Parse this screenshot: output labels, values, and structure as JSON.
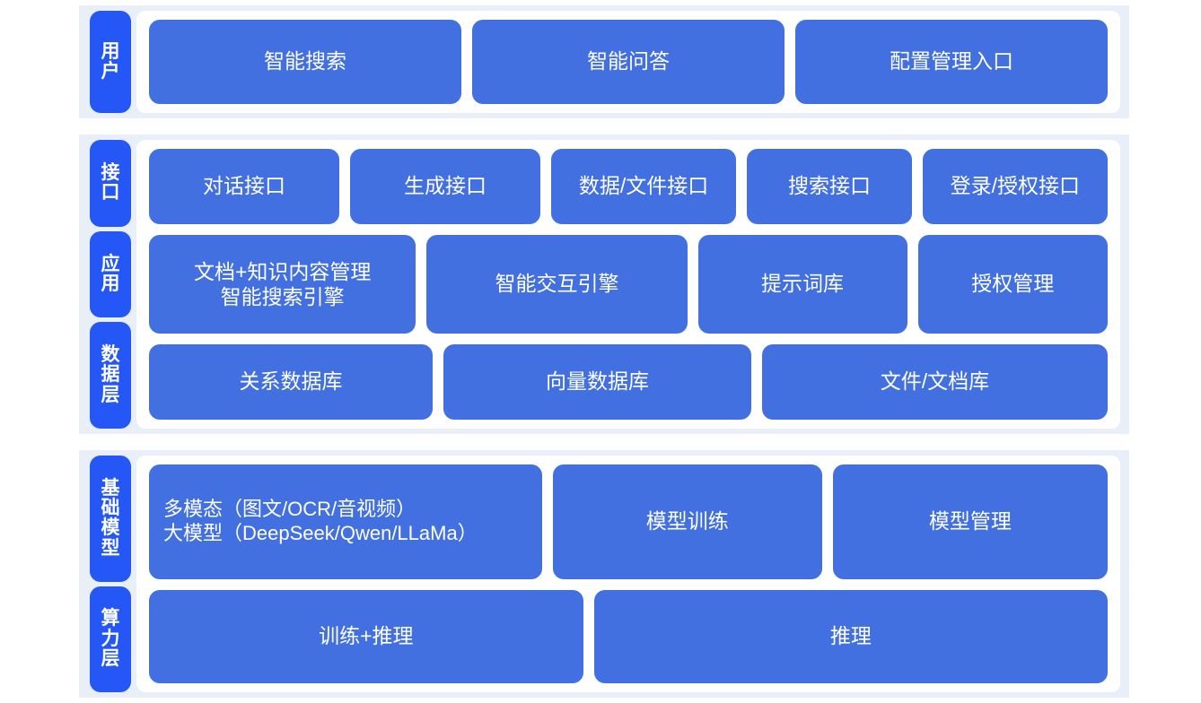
{
  "colors": {
    "tab_blue": "#2457f5",
    "box_blue": "#4270e0",
    "band_bg": "#e9eff8",
    "panel_bg": "#ffffff",
    "text_on_blue": "#ffffff"
  },
  "sections": [
    {
      "id": "user",
      "tabs": [
        {
          "label": "用户"
        }
      ],
      "rows": [
        {
          "id": "row-user",
          "boxes": [
            {
              "label": "智能搜索"
            },
            {
              "label": "智能问答"
            },
            {
              "label": "配置管理入口"
            }
          ]
        }
      ]
    },
    {
      "id": "mid",
      "tabs": [
        {
          "label": "接口"
        },
        {
          "label": "应用"
        },
        {
          "label": "数据层"
        }
      ],
      "rows": [
        {
          "id": "row-interface",
          "boxes": [
            {
              "label": "对话接口"
            },
            {
              "label": "生成接口"
            },
            {
              "label": "数据/文件接口"
            },
            {
              "label": "搜索接口"
            },
            {
              "label": "登录/授权接口"
            }
          ]
        },
        {
          "id": "row-application",
          "boxes": [
            {
              "label": "文档+知识内容管理\n智能搜索引擎"
            },
            {
              "label": "智能交互引擎"
            },
            {
              "label": "提示词库"
            },
            {
              "label": "授权管理"
            }
          ]
        },
        {
          "id": "row-data",
          "boxes": [
            {
              "label": "关系数据库"
            },
            {
              "label": "向量数据库"
            },
            {
              "label": "文件/文档库"
            }
          ]
        }
      ]
    },
    {
      "id": "bottom",
      "tabs": [
        {
          "label": "基础模型"
        },
        {
          "label": "算力层"
        }
      ],
      "rows": [
        {
          "id": "row-model",
          "boxes": [
            {
              "label": "多模态（图文/OCR/音视频）\n大模型（DeepSeek/Qwen/LLaMa）"
            },
            {
              "label": "模型训练"
            },
            {
              "label": "模型管理"
            }
          ]
        },
        {
          "id": "row-compute",
          "boxes": [
            {
              "label": "训练+推理"
            },
            {
              "label": "推理"
            }
          ]
        }
      ]
    }
  ]
}
